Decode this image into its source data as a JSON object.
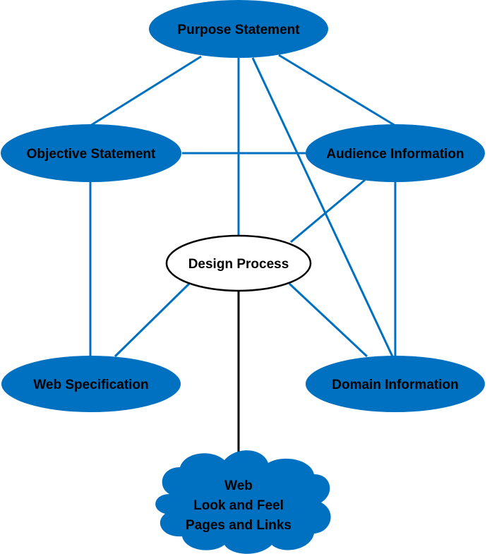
{
  "colors": {
    "node_fill": "#0070c0",
    "node_text": "#000000",
    "connector": "#0070c0",
    "center_fill": "#ffffff",
    "center_stroke": "#000000",
    "center_connector": "#000000"
  },
  "nodes": {
    "purpose": "Purpose Statement",
    "objective": "Objective Statement",
    "audience": "Audience Information",
    "design": "Design Process",
    "web_spec": "Web Specification",
    "domain": "Domain Information"
  },
  "cloud": {
    "line1": "Web",
    "line2": "Look and Feel",
    "line3": "Pages and Links"
  }
}
